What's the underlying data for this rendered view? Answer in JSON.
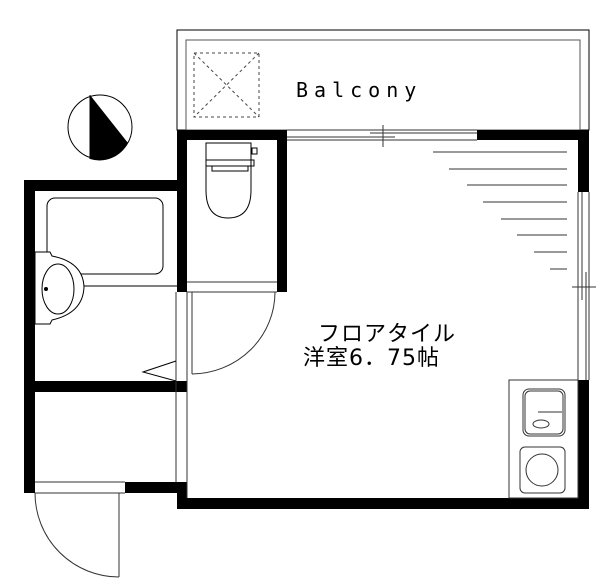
{
  "floor_plan": {
    "balcony": {
      "label": "Balcony"
    },
    "main_room": {
      "flooring": "フロアタイル",
      "name_and_size": "洋室6．75帖"
    },
    "compass": {
      "icon": "north-compass-icon"
    },
    "fixtures": [
      "toilet",
      "bathtub",
      "washbasin",
      "kitchen-sink",
      "stove",
      "ac-unit"
    ],
    "colors": {
      "wall": "#000000",
      "background": "#ffffff",
      "line": "#333333"
    }
  }
}
